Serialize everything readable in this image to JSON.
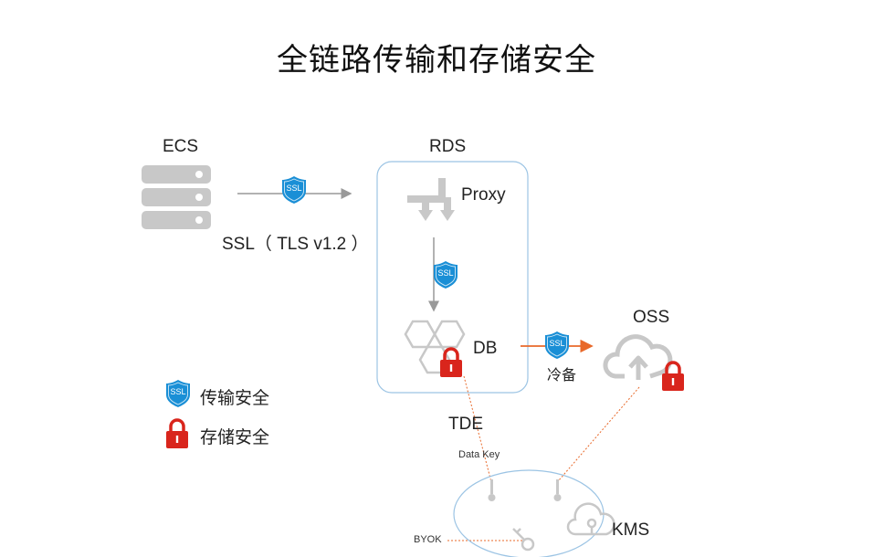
{
  "title": "全链路传输和存储安全",
  "nodes": {
    "ecs": "ECS",
    "rds": "RDS",
    "proxy": "Proxy",
    "db": "DB",
    "oss": "OSS",
    "kms": "KMS",
    "tde": "TDE"
  },
  "edges": {
    "ecs_to_rds": "SSL（ TLS v1.2 ）",
    "db_to_oss": "冷备",
    "data_key": "Data Key",
    "byok": "BYOK"
  },
  "badges": {
    "ssl_text": "SSL"
  },
  "legend": {
    "ssl_label": "传输安全",
    "lock_label": "存储安全"
  },
  "colors": {
    "ssl_blue": "#1a8fd6",
    "lock_red": "#d9251c",
    "arrow_orange": "#e8692a",
    "gray_icon": "#c8c8c8",
    "box_border": "#9cc4e4"
  }
}
